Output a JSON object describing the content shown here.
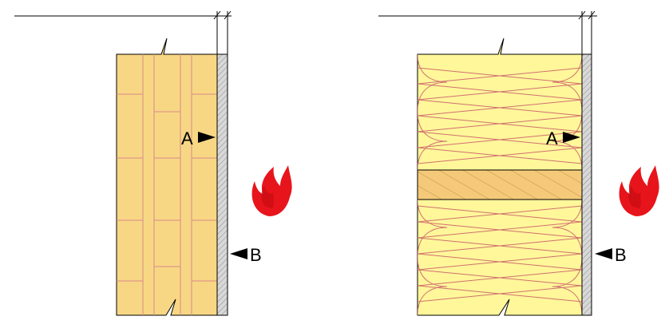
{
  "left_panel": {
    "marker_a": "A",
    "marker_b": "B",
    "material": "clt-timber-panel",
    "lining": "board-lining",
    "fire_icon": "flame-icon"
  },
  "right_panel": {
    "marker_a": "A",
    "marker_b": "B",
    "material": "mineral-wool-insulation",
    "member": "timber-stud",
    "lining": "board-lining",
    "fire_icon": "flame-icon"
  },
  "colors": {
    "timber": "#F7D784",
    "timber_lines": "#D88A8A",
    "insulation": "#FFF79A",
    "insulation_lines": "#D07070",
    "stud": "#F4C979",
    "lining": "#D8D8D8",
    "flame": "#E8141B",
    "outline": "#000000"
  }
}
